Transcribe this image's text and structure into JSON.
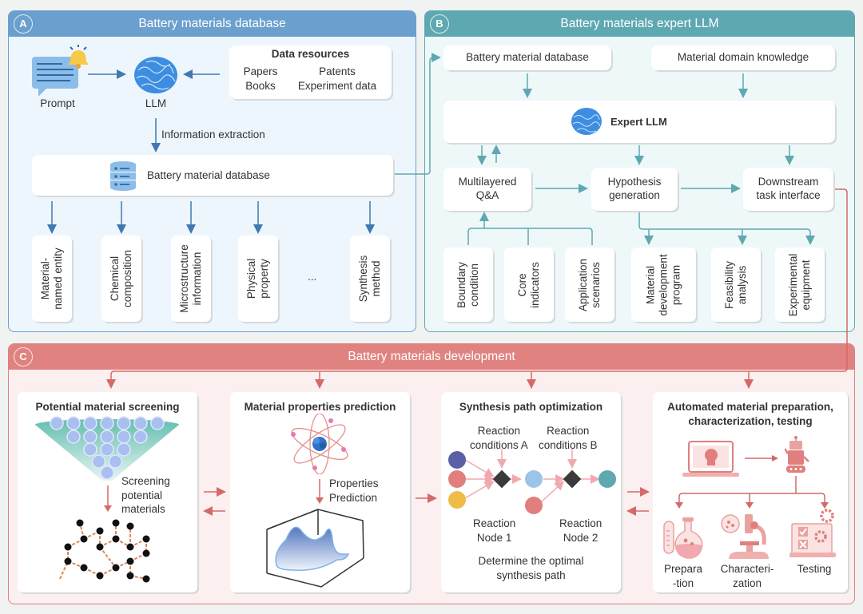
{
  "panels": {
    "a": {
      "badge": "A",
      "title": "Battery materials database",
      "prompt_label": "Prompt",
      "llm_label": "LLM",
      "data_resources": {
        "title": "Data resources",
        "items": [
          "Papers",
          "Books",
          "Patents",
          "Experiment data"
        ]
      },
      "extraction_label": "Information extraction",
      "database_label": "Battery material database",
      "categories": [
        "Material-\nnamed entity",
        "Chemical\ncomposition",
        "Microstructure\ninformation",
        "Physical\nproperty",
        "Synthesis\nmethod"
      ],
      "ellipsis": "..."
    },
    "b": {
      "badge": "B",
      "title": "Battery materials expert LLM",
      "database_label": "Battery material database",
      "knowledge_label": "Material domain knowledge",
      "expert_llm_label": "Expert LLM",
      "qa_label": "Multilayered\nQ&A",
      "hypothesis_label": "Hypothesis\ngeneration",
      "downstream_label": "Downstream\ntask interface",
      "inputs": [
        "Boundary\ncondition",
        "Core\nindicators",
        "Application\nscenarios"
      ],
      "outputs": [
        "Material\ndevelopment\nprogram",
        "Feasibility\nanalysis",
        "Experimental\nequipment"
      ]
    },
    "c": {
      "badge": "C",
      "title": "Battery materials development",
      "screening": {
        "title": "Potential material screening",
        "caption": "Screening\npotential\nmaterials"
      },
      "prediction": {
        "title": "Material properties prediction",
        "caption": "Properties\nPrediction"
      },
      "synthesis": {
        "title": "Synthesis path optimization",
        "condition_a": "Reaction\nconditions A",
        "condition_b": "Reaction\nconditions B",
        "node_1": "Reaction\nNode 1",
        "node_2": "Reaction\nNode 2",
        "caption": "Determine the optimal\nsynthesis path"
      },
      "automation": {
        "title": "Automated material preparation,\ncharacterization, testing",
        "steps": [
          "Prepara\n-tion",
          "Characteri-\nzation",
          "Testing"
        ]
      }
    }
  },
  "colors": {
    "panel_a": "#6a9fce",
    "panel_b": "#5ea8b1",
    "panel_c": "#e08380",
    "arrow_a": "#3f79b0",
    "arrow_b": "#5ea8b1",
    "arrow_c": "#d46a68"
  }
}
